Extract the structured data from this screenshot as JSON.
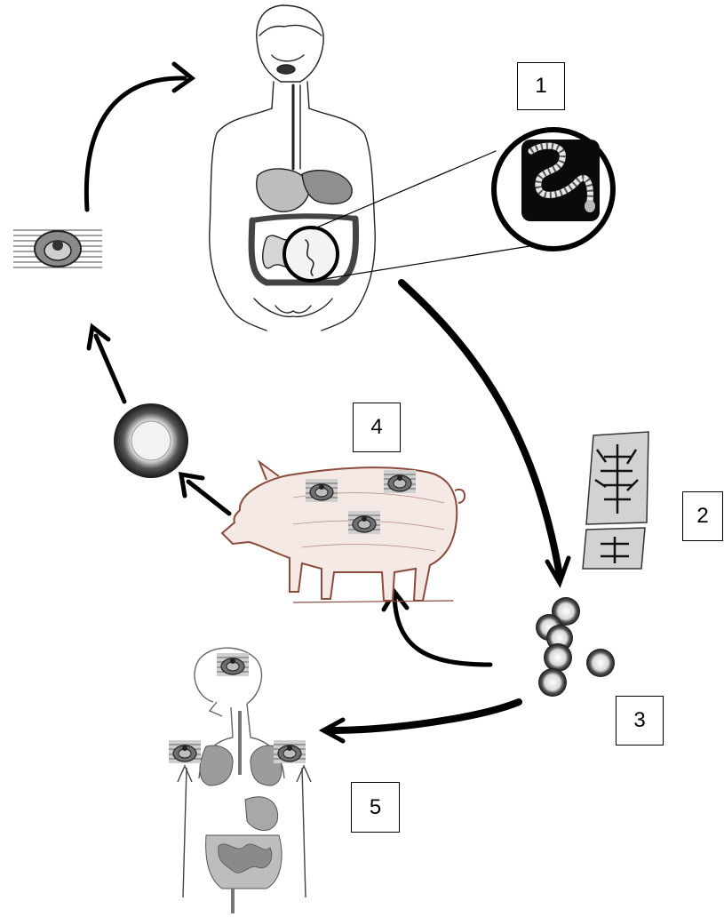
{
  "stage_labels": [
    "1",
    "2",
    "3",
    "4",
    "5"
  ],
  "colors": {
    "line": "#000000",
    "pig": "#8b4a3c",
    "organ_gray": "#8c8c8c",
    "cyst_gray": "#7a7a7a"
  },
  "icons": [
    "human-body-icon",
    "adult-worm-icon",
    "gravid-proglottid-icon",
    "egg-cluster-icon",
    "pig-icon",
    "oncosphere-icon",
    "cysticercus-in-muscle-icon",
    "human-cysticercosis-icon",
    "cycle-arrow-icon"
  ]
}
